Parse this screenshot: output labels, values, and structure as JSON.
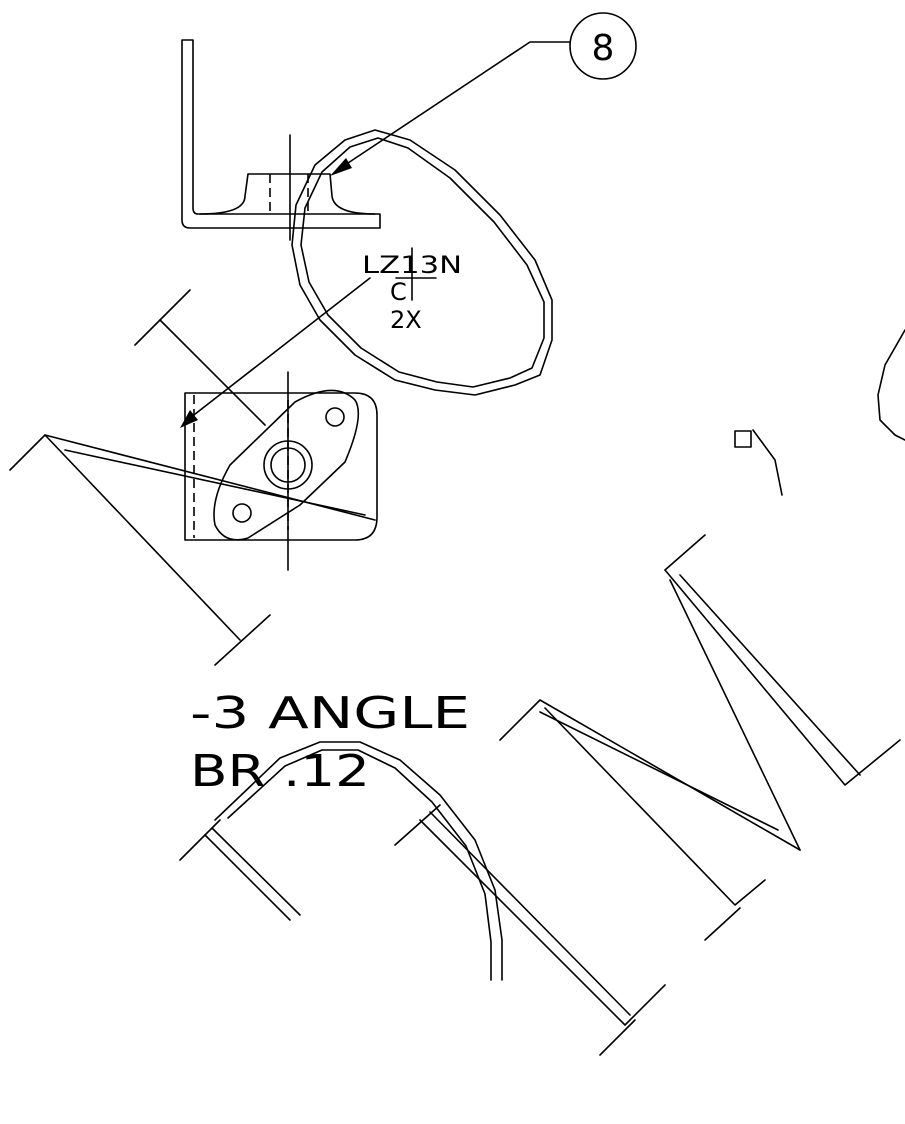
{
  "callout": {
    "number": "8"
  },
  "note": {
    "line1": "LZ13N",
    "line2": "C",
    "line3": "2X"
  },
  "part_label": {
    "line1": "-3 ANGLE",
    "line2": "BR .12"
  }
}
